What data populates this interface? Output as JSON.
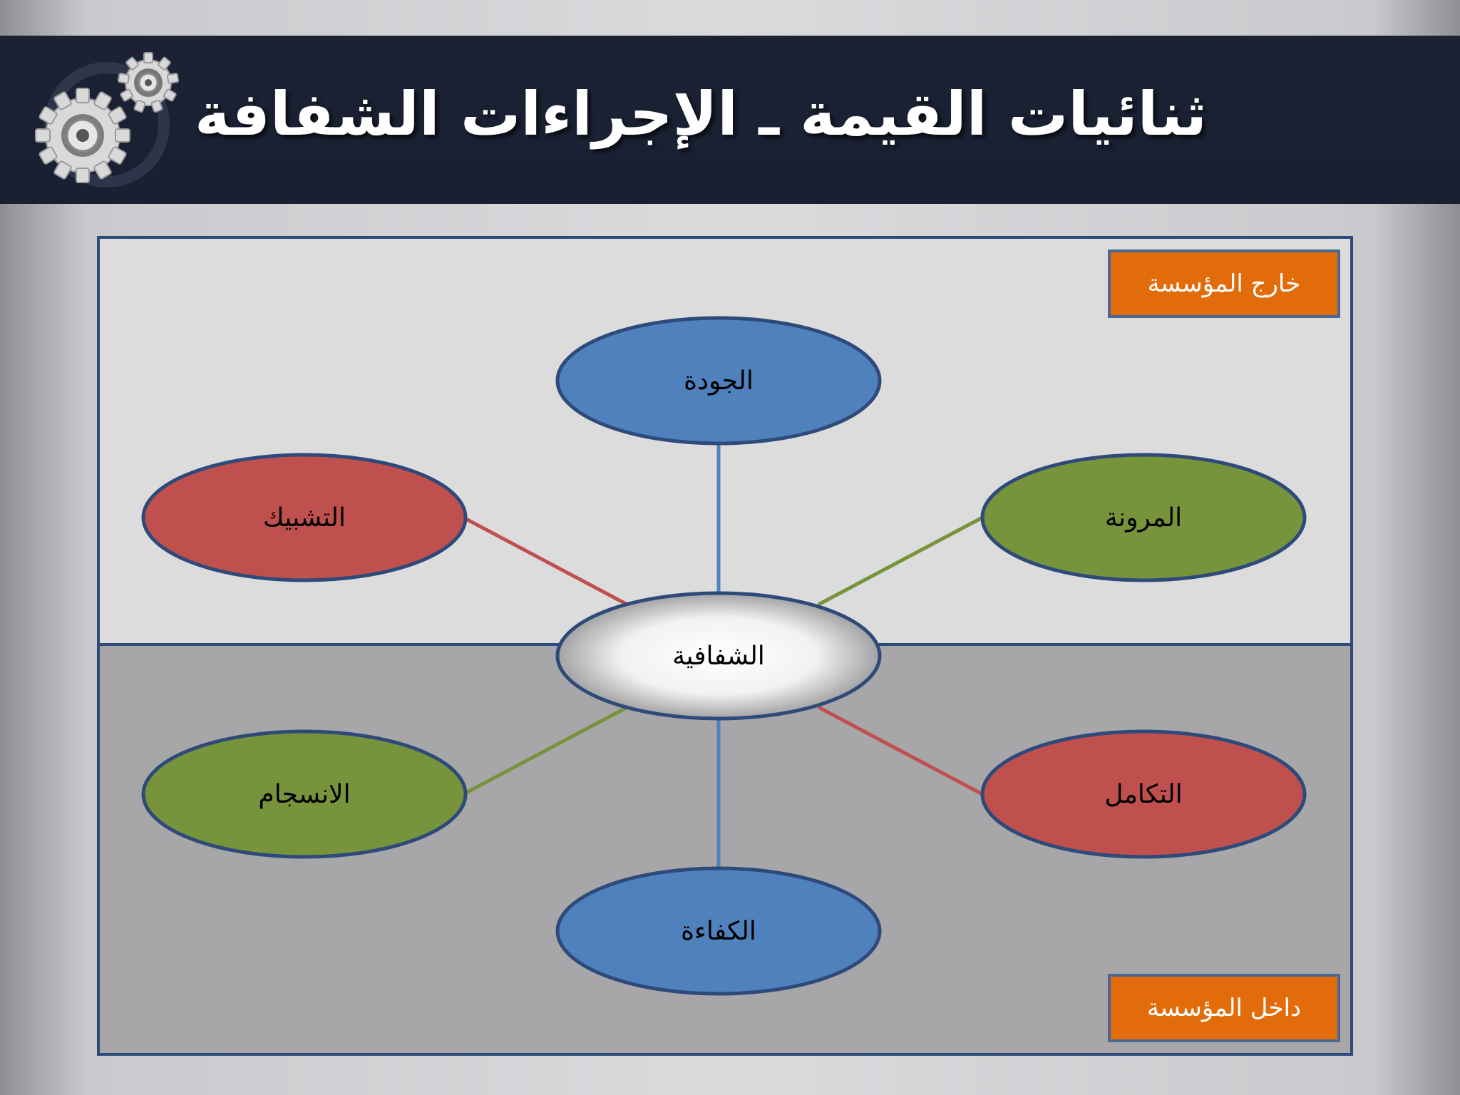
{
  "title": "ثنائيات القيمة ـ الإجراءات الشفافة",
  "regions": {
    "outside": "خارج المؤسسة",
    "inside": "داخل المؤسسة"
  },
  "center": "الشفافية",
  "nodes": {
    "quality": "الجودة",
    "networking": "التشبيك",
    "flexibility": "المرونة",
    "harmony": "الانسجام",
    "integration": "التكامل",
    "efficiency": "الكفاءة"
  },
  "colors": {
    "blue": "#4f81bd",
    "red": "#c0504d",
    "green": "#77933c",
    "orange": "#e36c0a",
    "border": "#2e4a7a"
  }
}
